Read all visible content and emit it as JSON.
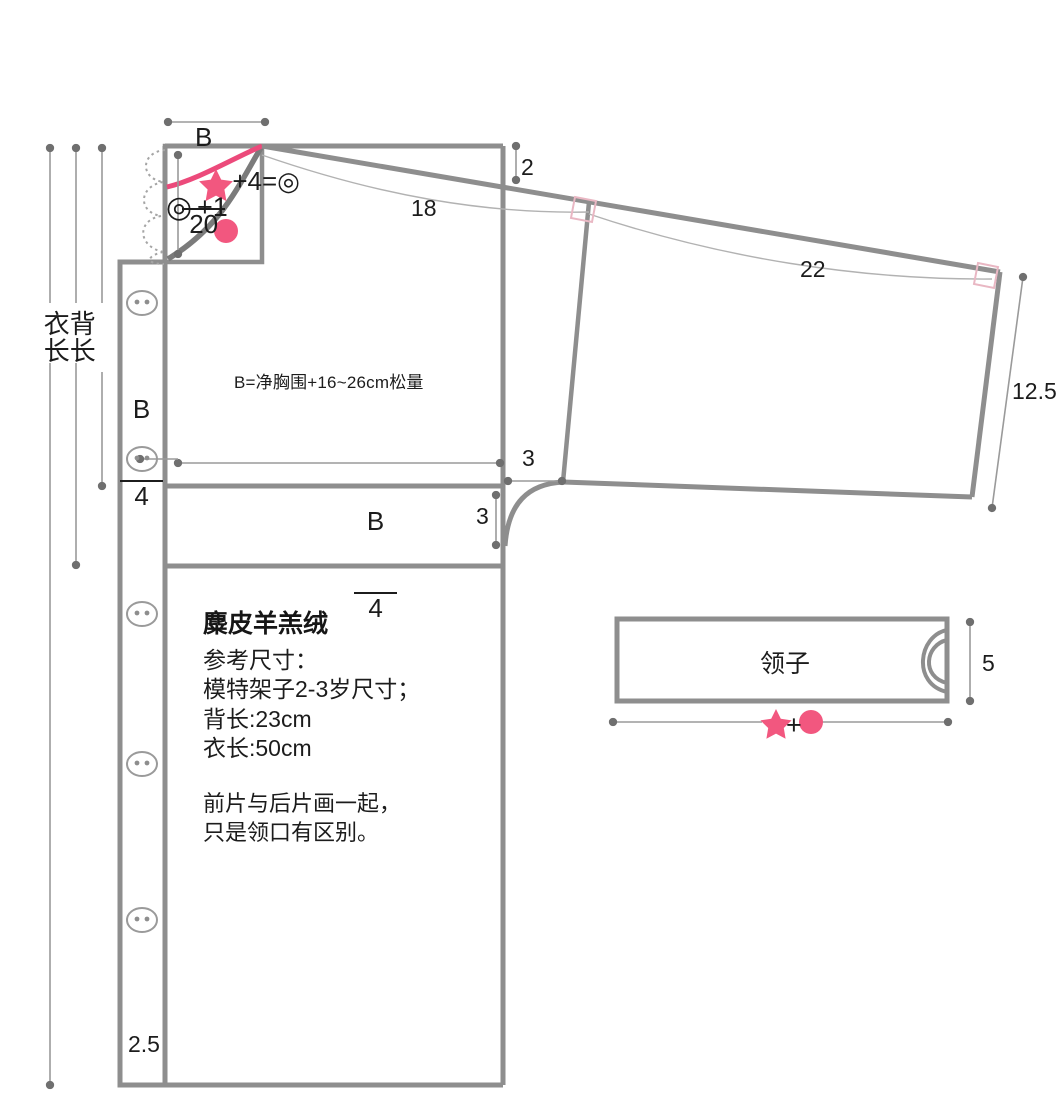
{
  "diagram": {
    "kind": "sewing-pattern-draft",
    "colors": {
      "line": "#8e8e8e",
      "line_dark": "#7b7b7b",
      "accent_pink": "#ec4a7b",
      "accent_pink_soft": "#f2577f",
      "text": "#1c1c1c",
      "thin": "#9a9a9a",
      "background": "#ffffff"
    }
  },
  "labels": {
    "neck_width_formula": {
      "numerator": "B",
      "denominator": "20",
      "suffix": "+4=◎"
    },
    "neck_depth_note": "+1",
    "neck_depth_symbol": "◎",
    "chest_formula_note": "B=净胸围+16~26cm松量",
    "quarter_chest": {
      "numerator": "B",
      "denominator": "4"
    },
    "shoulder_drop": "2",
    "sleeve_upper_length": "18",
    "sleeve_lower_length": "22",
    "cuff_width": "12.5",
    "armhole_horizontal": "3",
    "armhole_vertical": "3",
    "placket_width": "2.5",
    "collar_height": "5",
    "collar_name": "领子",
    "collar_sum_plus": "+"
  },
  "vertical_measures": [
    {
      "name": "garment-length",
      "label": "衣长"
    },
    {
      "name": "back-length",
      "label": "背长"
    },
    {
      "name": "quarter-chest",
      "numerator": "B",
      "denominator": "4"
    }
  ],
  "info_block": {
    "title": "麋皮羊羔绒",
    "lines": [
      "参考尺寸：",
      "模特架子2-3岁尺寸；",
      "背长:23cm",
      "衣长:50cm"
    ],
    "note": [
      "前片与后片画一起，",
      "只是领口有区别。"
    ]
  },
  "buttons": {
    "name": "placket-button",
    "count": 5,
    "positions_y": [
      303,
      459,
      614,
      764,
      920
    ]
  },
  "markers": {
    "star": "neckline-star-marker",
    "dot": "neckline-dot-marker",
    "right_angle": "right-angle-marker"
  }
}
